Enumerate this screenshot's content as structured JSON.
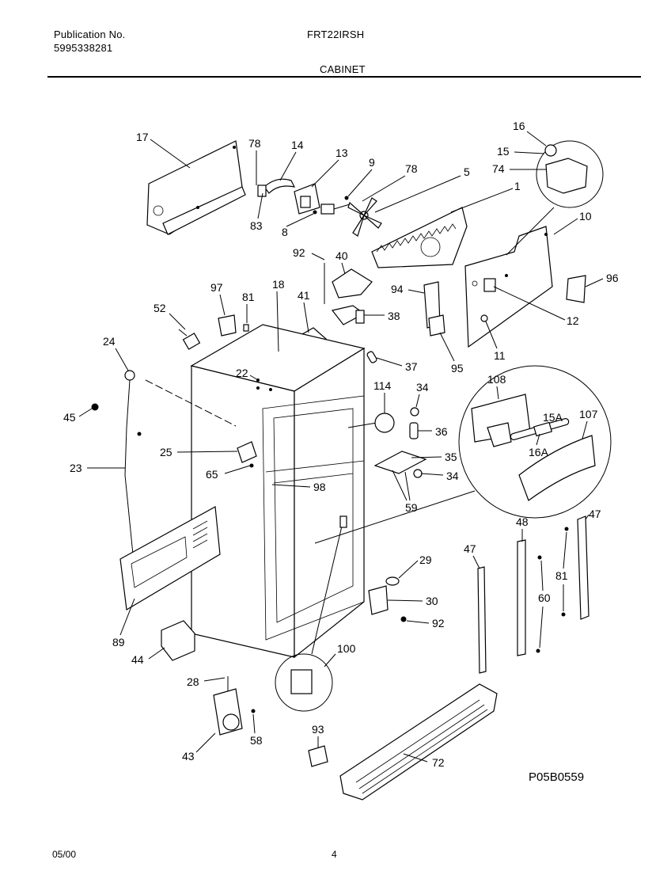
{
  "header": {
    "publication_label": "Publication No.",
    "publication_number": "5995338281",
    "model": "FRT22IRSH",
    "section": "CABINET"
  },
  "footer": {
    "date": "05/00",
    "page": "4"
  },
  "drawing_code": "P05B0559",
  "callouts": {
    "c17": "17",
    "c78a": "78",
    "c14": "14",
    "c13": "13",
    "c9": "9",
    "c78b": "78",
    "c5": "5",
    "c1": "1",
    "c16": "16",
    "c15": "15",
    "c74": "74",
    "c10": "10",
    "c83": "83",
    "c8": "8",
    "c92a": "92",
    "c40": "40",
    "c94": "94",
    "c96": "96",
    "c12": "12",
    "c97": "97",
    "c81a": "81",
    "c18": "18",
    "c41": "41",
    "c38": "38",
    "c52": "52",
    "c11": "11",
    "c95": "95",
    "c24": "24",
    "c37": "37",
    "c22": "22",
    "c114": "114",
    "c34a": "34",
    "c108": "108",
    "c45": "45",
    "c36": "36",
    "c15a": "15A",
    "c107": "107",
    "c16a": "16A",
    "c25": "25",
    "c35": "35",
    "c23": "23",
    "c65": "65",
    "c34b": "34",
    "c98": "98",
    "c59": "59",
    "c48": "48",
    "c47a": "47",
    "c47b": "47",
    "c29": "29",
    "c81b": "81",
    "c60": "60",
    "c30": "30",
    "c92b": "92",
    "c89": "89",
    "c44": "44",
    "c100": "100",
    "c28": "28",
    "c58": "58",
    "c43": "43",
    "c93": "93",
    "c72": "72"
  }
}
